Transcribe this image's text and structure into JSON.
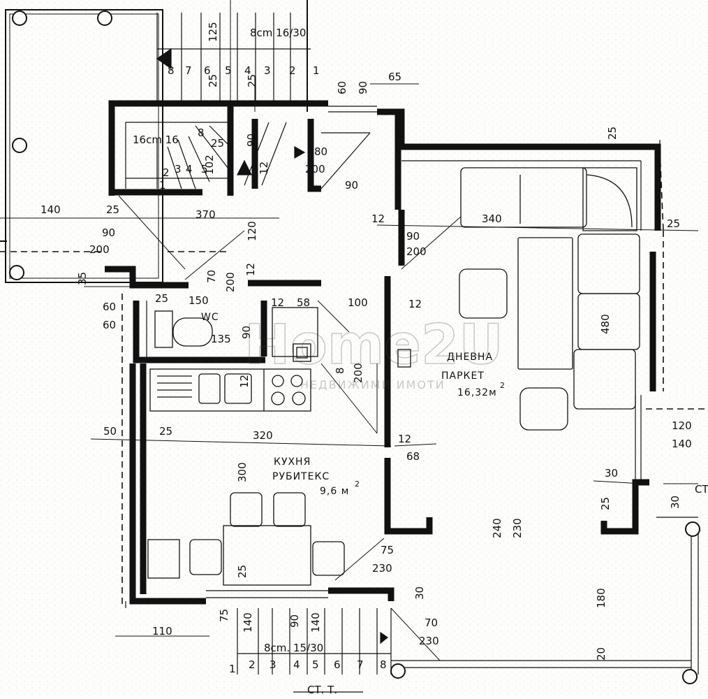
{
  "rooms": {
    "wc": "WC",
    "living_name": "ДНЕВНА",
    "living_floor": "ПАРКЕТ",
    "living_area": "16,32м",
    "living_area_sup": "2",
    "kitchen_name": "КУХНЯ",
    "kitchen_floor": "РУБИТЕКС",
    "kitchen_area": "9,6 м",
    "kitchen_area_sup": "2"
  },
  "stairs": {
    "top_label": "8cm  16/30",
    "top_steps": [
      "8",
      "7",
      "6",
      "5",
      "4",
      "3",
      "2",
      "1"
    ],
    "inner_label": "16cm  16",
    "inner_steps": [
      "1",
      "2",
      "3",
      "4",
      "5"
    ],
    "bottom_label": "8cm.  15/30",
    "bottom_steps": [
      "1",
      "2",
      "3",
      "4",
      "5",
      "6",
      "7",
      "8"
    ],
    "bottom_level": "СТ. Т.",
    "right_level": "СТ"
  },
  "dimensions": {
    "d125": "125",
    "d25a": "25",
    "d25b": "25",
    "d60a": "60",
    "d90a": "90",
    "d65": "65",
    "d8": "8",
    "d25c": "25",
    "d90b": "90",
    "d80": "80",
    "d102": "102",
    "d12a": "12",
    "d200a": "200",
    "d90c": "90",
    "d25d": "25",
    "d140a": "140",
    "d25e": "25",
    "d370": "370",
    "d120a": "120",
    "d12b": "12",
    "d90d": "90",
    "d340": "340",
    "d25f": "25",
    "d90e": "90",
    "d200b": "200",
    "d12c": "12",
    "d90f": "90",
    "d200c": "200",
    "d35": "35",
    "d70a": "70",
    "d200d": "200",
    "d25g": "25",
    "d150": "150",
    "d12d": "12",
    "d58": "58",
    "d100": "100",
    "d12e": "12",
    "d60b": "60",
    "d60c": "60",
    "d135": "135",
    "d90g": "90",
    "d12f": "12",
    "d8b": "8",
    "d200e": "200",
    "d480": "480",
    "d50": "50",
    "d25h": "25",
    "d320": "320",
    "d12g": "12",
    "d68": "68",
    "d120b": "120",
    "d140b": "140",
    "d300": "300",
    "d30a": "30",
    "d25i": "25",
    "d30b": "30",
    "d240": "240",
    "d230a": "230",
    "d75a": "75",
    "d230b": "230",
    "d25j": "25",
    "d30c": "30",
    "d180": "180",
    "d75b": "75",
    "d140c": "140",
    "d90h": "90",
    "d140d": "140",
    "d110": "110",
    "d70b": "70",
    "d230c": "230",
    "d20": "20"
  },
  "watermark": {
    "brand": "Home2U",
    "tagline": "НЕДВИЖИМИ ИМОТИ"
  }
}
